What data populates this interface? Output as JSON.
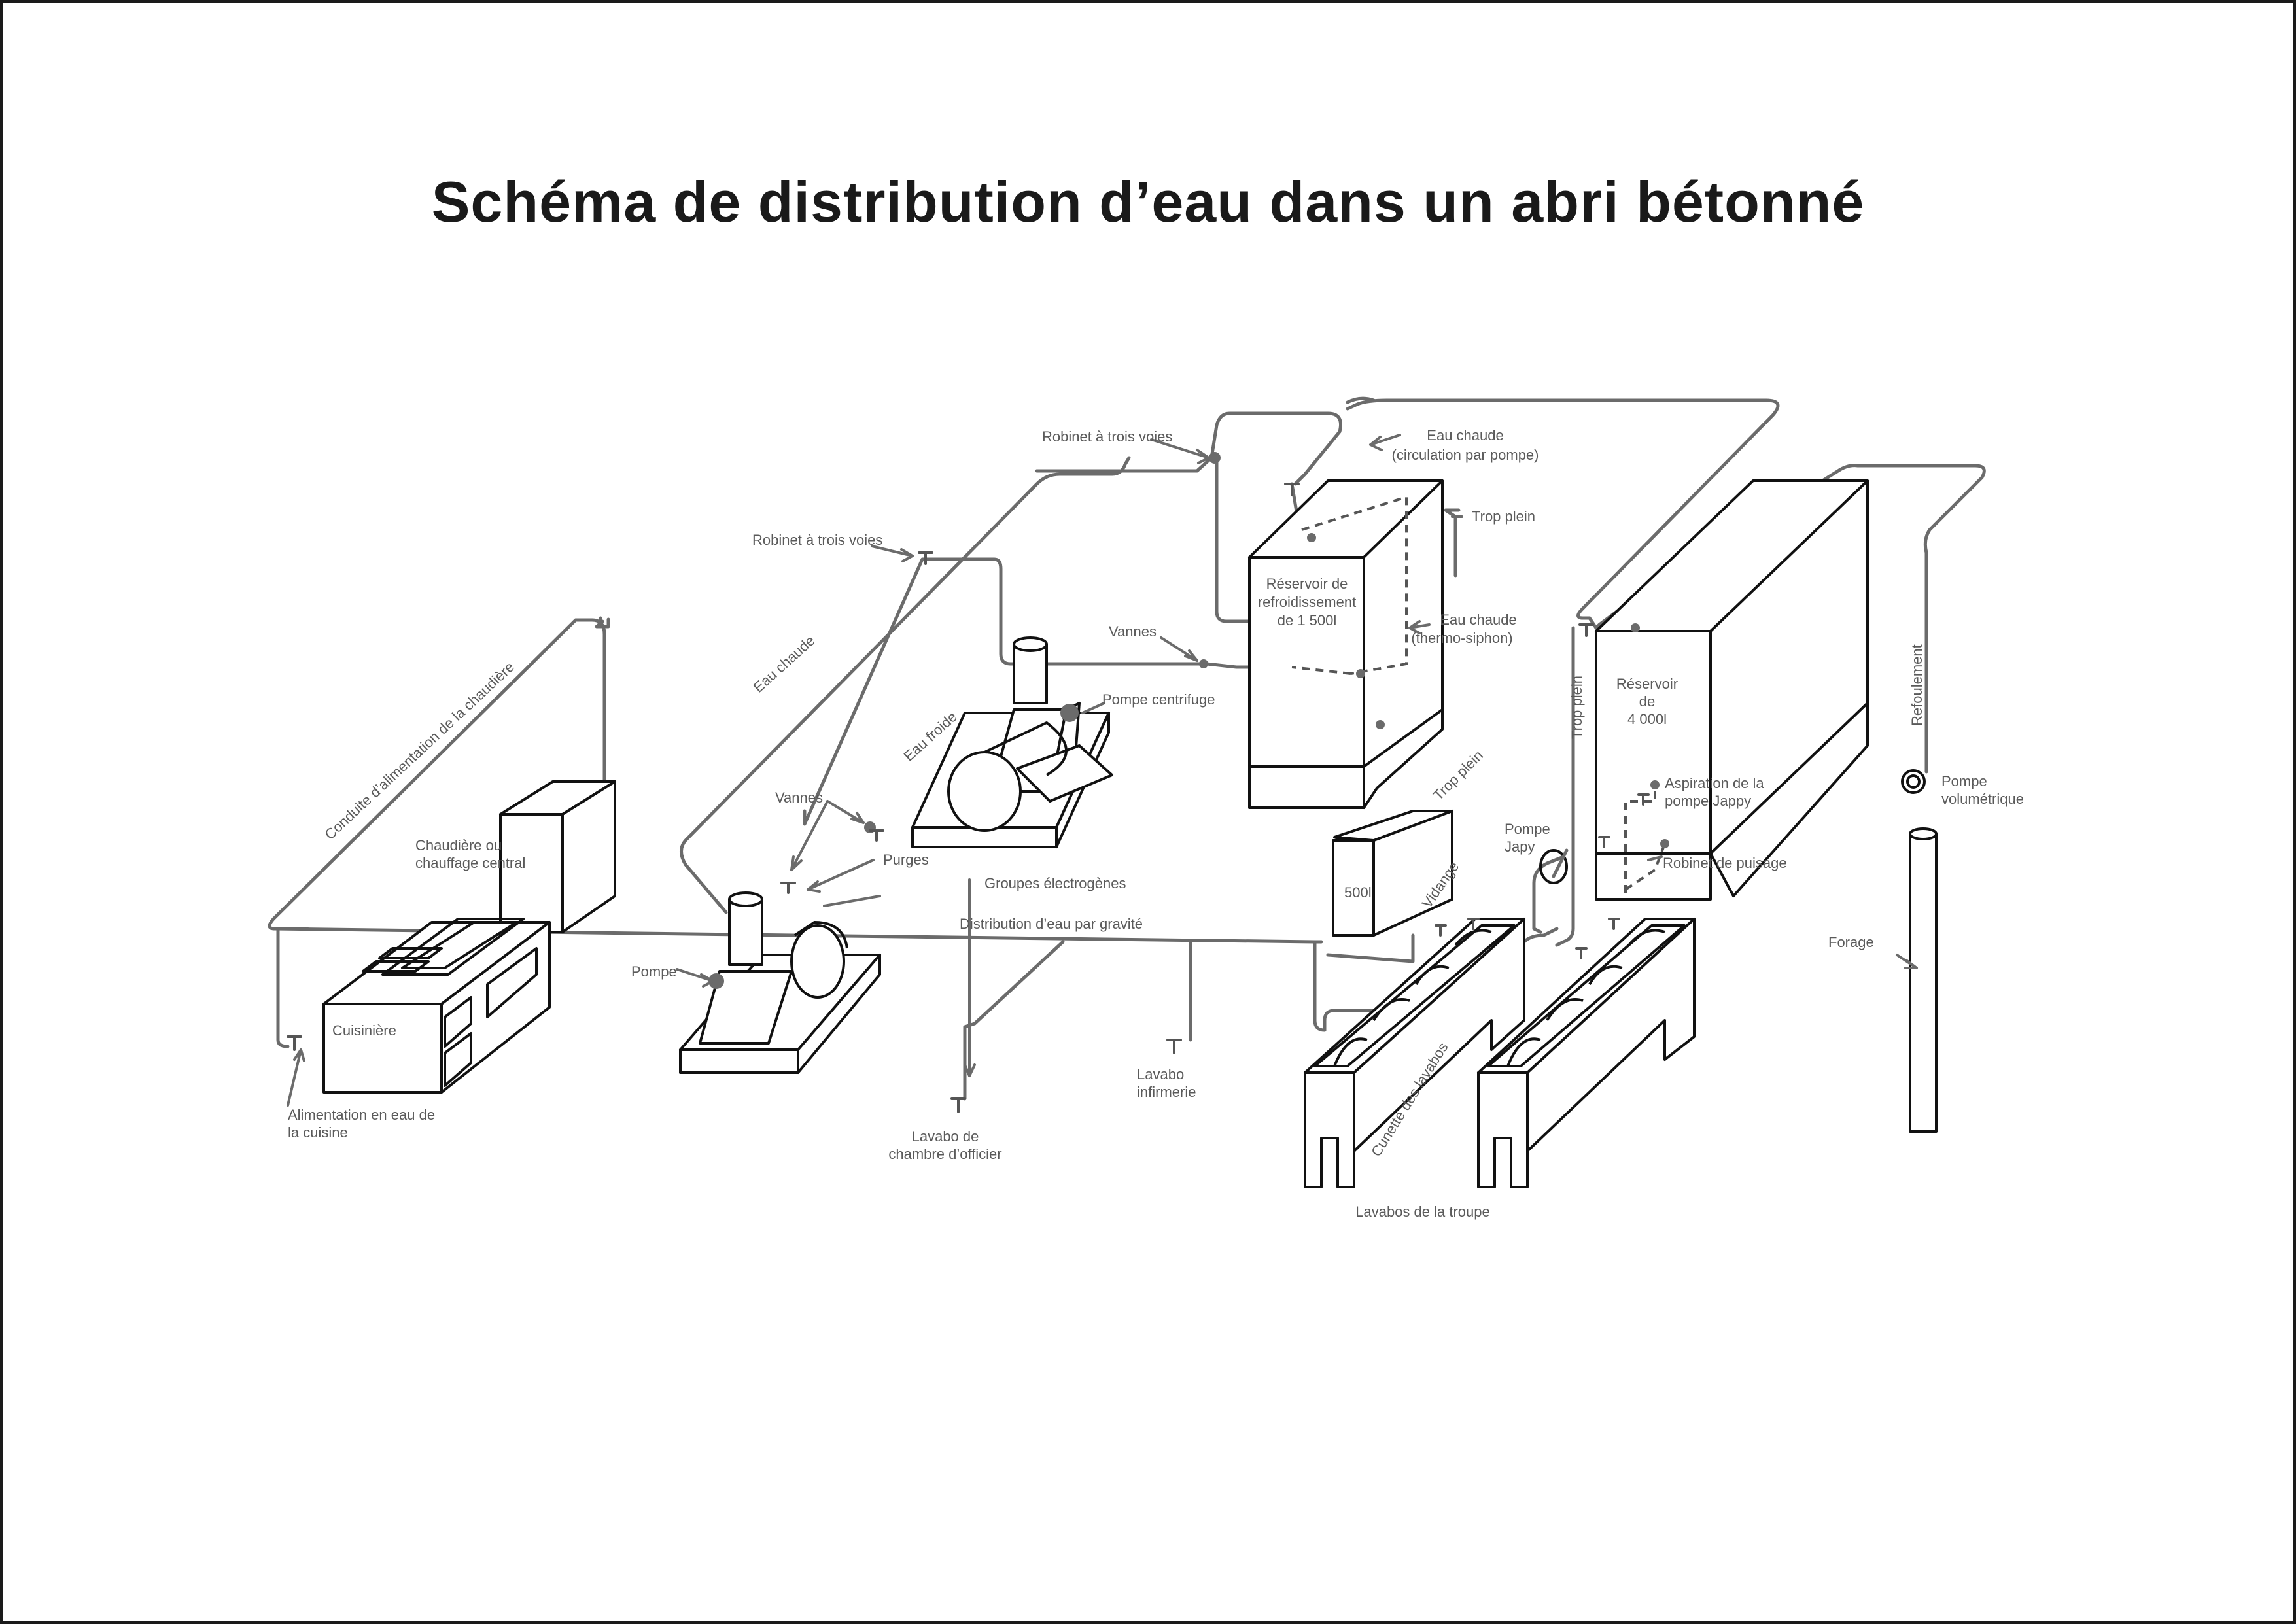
{
  "title": "Schéma de distribution d’eau dans un abri bétonné",
  "labels": {
    "robinet_trois_voies_1": "Robinet à trois voies",
    "robinet_trois_voies_2": "Robinet à trois voies",
    "eau_chaude_pompe_1": "Eau chaude",
    "eau_chaude_pompe_2": "(circulation par pompe)",
    "trop_plein_1": "Trop plein",
    "reservoir_1500_1": "Réservoir de",
    "reservoir_1500_2": "refroidissement",
    "reservoir_1500_3": "de 1 500l",
    "eau_chaude_thermo_1": "Eau chaude",
    "eau_chaude_thermo_2": "(thermo-siphon)",
    "vannes_1": "Vannes",
    "pompe_centrifuge": "Pompe centrifuge",
    "eau_chaude_diag": "Eau chaude",
    "eau_froide_diag": "Eau froide",
    "vannes_2": "Vannes",
    "purges": "Purges",
    "groupes_electrogenes": "Groupes électrogènes",
    "distribution_gravite": "Distribution d’eau par gravité",
    "pompe": "Pompe",
    "conduite_chaudiere": "Conduite d’alimentation de la chaudière",
    "chaudiere_1": "Chaudière ou",
    "chaudiere_2": "chauffage central",
    "cuisiniere": "Cuisinière",
    "alim_cuisine_1": "Alimentation en eau de",
    "alim_cuisine_2": "la cuisine",
    "lavabo_officier_1": "Lavabo de",
    "lavabo_officier_2": "chambre d’officier",
    "lavabo_infirmerie_1": "Lavabo",
    "lavabo_infirmerie_2": "infirmerie",
    "trop_plein_2": "Trop plein",
    "tank_500": "500l",
    "vidange": "Vidange",
    "cunette": "Cunette des lavabos",
    "lavabos_troupe": "Lavabos de la troupe",
    "pompe_japy_1": "Pompe",
    "pompe_japy_2": "Japy",
    "trop_plein_3": "Trop plein",
    "reservoir_4000_1": "Réservoir",
    "reservoir_4000_2": "de",
    "reservoir_4000_3": "4 000l",
    "aspiration_1": "Aspiration de la",
    "aspiration_2": "pompe Jappy",
    "robinet_puisage": "Robinet de puisage",
    "refoulement": "Refoulement",
    "pompe_volumetrique_1": "Pompe",
    "pompe_volumetrique_2": "volumétrique",
    "forage": "Forage"
  }
}
